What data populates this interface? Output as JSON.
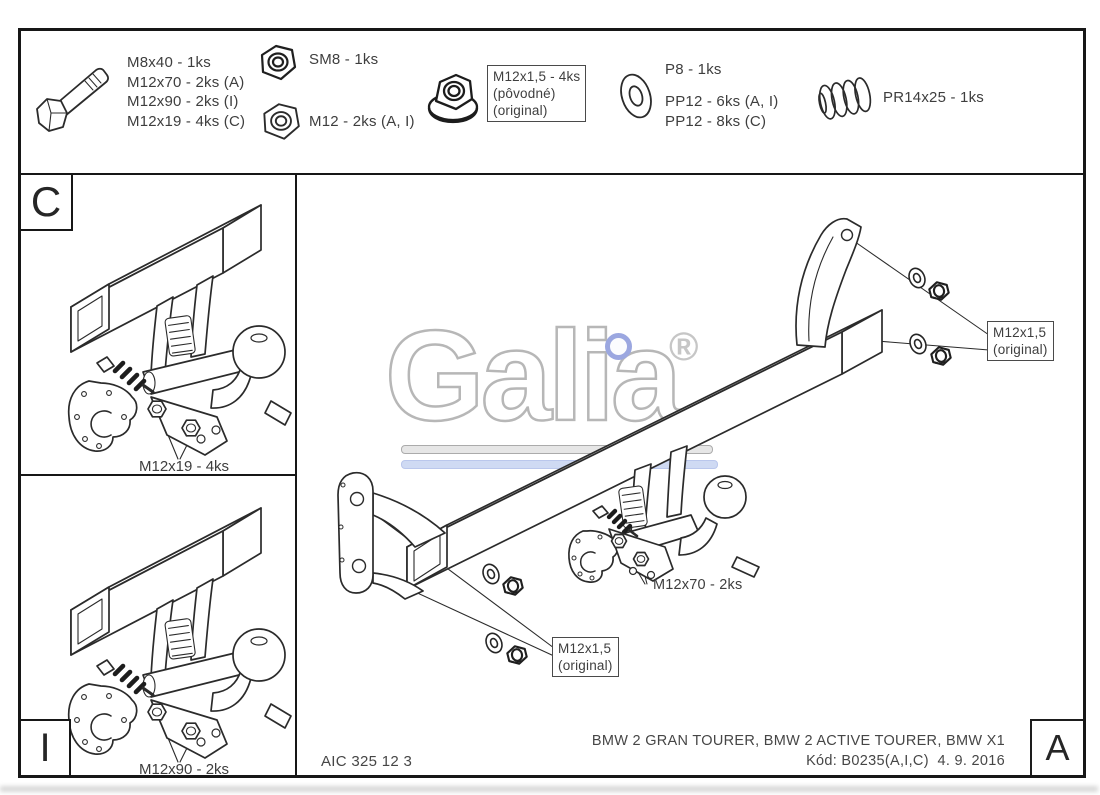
{
  "watermark": {
    "brand": "Galia",
    "reg": "®",
    "dot_color": "#9ba7e0",
    "bar_blue": "#cfdaf3"
  },
  "parts": {
    "bolt": {
      "icon": "hex-bolt-icon",
      "lines": [
        "M8x40 - 1ks",
        "M12x70 - 2ks (A)",
        "M12x90 - 2ks (I)",
        "M12x19 - 4ks (C)"
      ]
    },
    "sm8": {
      "icon": "hex-nut-icon",
      "label": "SM8 - 1ks"
    },
    "m12": {
      "icon": "hex-nut-icon",
      "label": "M12 - 2ks (A, I)"
    },
    "flange": {
      "icon": "flange-nut-icon",
      "lines": [
        "M12x1,5 - 4ks",
        "(pôvodné)",
        "(original)"
      ]
    },
    "washer": {
      "icon": "washer-icon",
      "p8": "P8 - 1ks",
      "pp12a": "PP12 - 6ks (A, I)",
      "pp12c": "PP12 - 8ks (C)"
    },
    "spring": {
      "icon": "coil-spring-icon",
      "label": "PR14x25 - 1ks"
    }
  },
  "views": {
    "c": {
      "letter": "C",
      "callout": "M12x19 - 4ks"
    },
    "i": {
      "letter": "I",
      "callout": "M12x90 - 2ks"
    }
  },
  "main": {
    "callout_right": [
      "M12x1,5",
      "(original)"
    ],
    "callout_left": [
      "M12x1,5",
      "(original)"
    ],
    "m12x70": "M12x70 - 2ks"
  },
  "title": {
    "doc": "AIC 325 12 3",
    "vehicles": "BMW 2 GRAN TOURER, BMW 2 ACTIVE TOURER, BMW X1",
    "code": "Kód: B0235(A,I,C)  4. 9. 2016",
    "rev": "A"
  }
}
